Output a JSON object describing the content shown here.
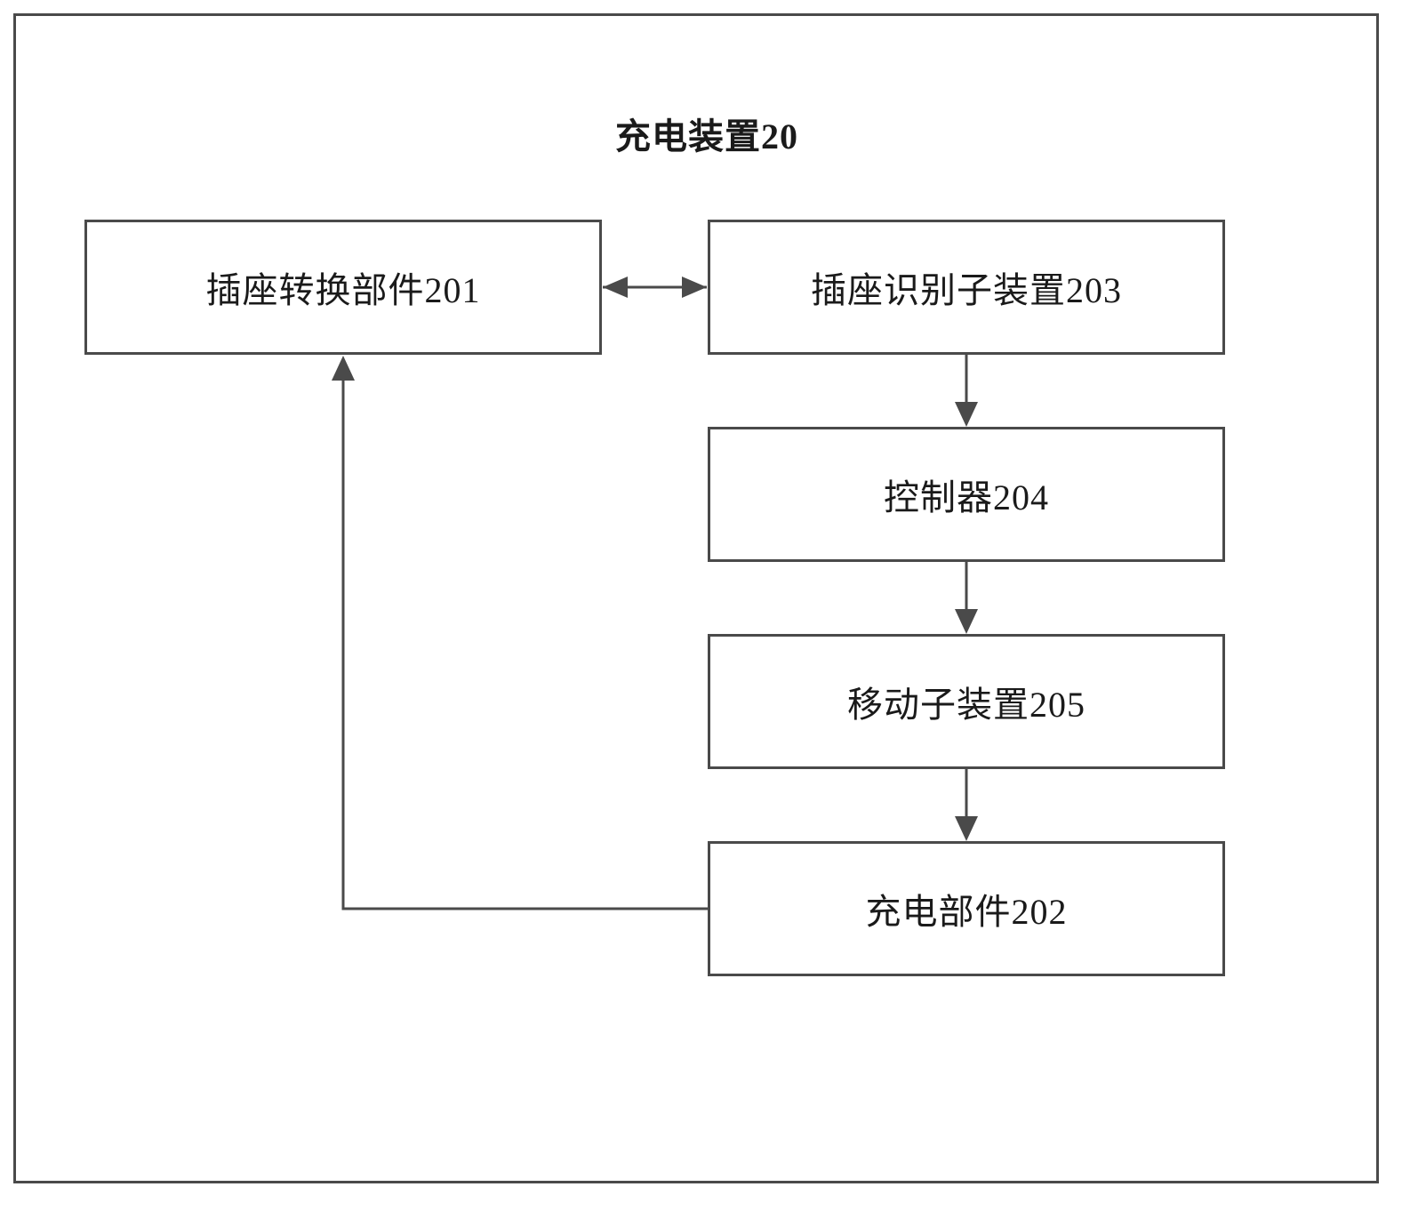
{
  "diagram": {
    "title": "充电装置20",
    "nodes": {
      "socket_conversion": "插座转换部件201",
      "socket_identification": "插座识别子装置203",
      "controller": "控制器204",
      "moving": "移动子装置205",
      "charging": "充电部件202"
    },
    "edges": [
      {
        "from": "socket_conversion",
        "to": "socket_identification",
        "direction": "bidirectional"
      },
      {
        "from": "socket_identification",
        "to": "controller",
        "direction": "forward"
      },
      {
        "from": "controller",
        "to": "moving",
        "direction": "forward"
      },
      {
        "from": "moving",
        "to": "charging",
        "direction": "forward"
      },
      {
        "from": "charging",
        "to": "socket_conversion",
        "direction": "forward"
      }
    ]
  }
}
